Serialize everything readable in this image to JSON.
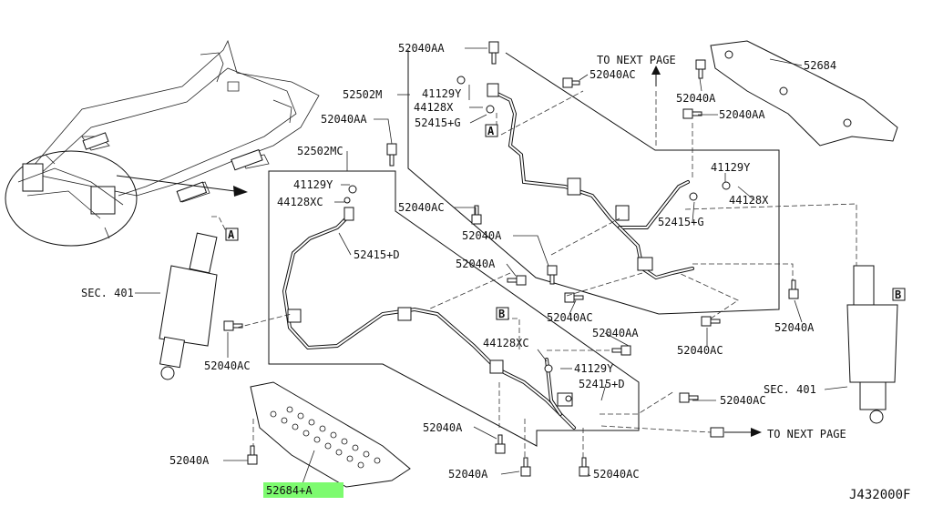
{
  "title_code": "J432000F",
  "colors": {
    "highlight": "#7dfb6f",
    "ink": "#111111",
    "background": "#ffffff"
  },
  "part_labels": {
    "p52040AA_top": "52040AA",
    "p52502M": "52502M",
    "p41129Y_a": "41129Y",
    "p44128X_a": "44128X",
    "p52415G_a": "52415+G",
    "p52040AA_left": "52040AA",
    "p52502MC": "52502MC",
    "p41129Y_b": "41129Y",
    "p44128XC_b": "44128XC",
    "p52415D_b": "52415+D",
    "p52040AC_mid": "52040AC",
    "p52040A_mid": "52040A",
    "p52040A_mid2": "52040A",
    "p52040AC_top": "52040AC",
    "p52040A_topright": "52040A",
    "p52040AA_right": "52040AA",
    "p52684": "52684",
    "p41129Y_c": "41129Y",
    "p44128X_c": "44128X",
    "p52415G_c": "52415+G",
    "p52040AC_center": "52040AC",
    "p52040A_right": "52040A",
    "p52040AC_right": "52040AC",
    "p52040AA_lower": "52040AA",
    "p44128XC_d": "44128XC",
    "p41129Y_d": "41129Y",
    "p52415D_d": "52415+D",
    "p52040AC_lowright": "52040AC",
    "p52040AC_left": "52040AC",
    "p52040A_bottomleft": "52040A",
    "p52684A": "52684+A",
    "p52040A_bottom1": "52040A",
    "p52040A_bottom2": "52040A",
    "p52040AC_bottom": "52040AC"
  },
  "references": {
    "sec401_left": "SEC. 401",
    "sec401_right": "SEC. 401",
    "to_next_page_top": "TO NEXT PAGE",
    "to_next_page_bottom": "TO NEXT PAGE"
  },
  "callouts": {
    "A": "A",
    "B": "B"
  }
}
